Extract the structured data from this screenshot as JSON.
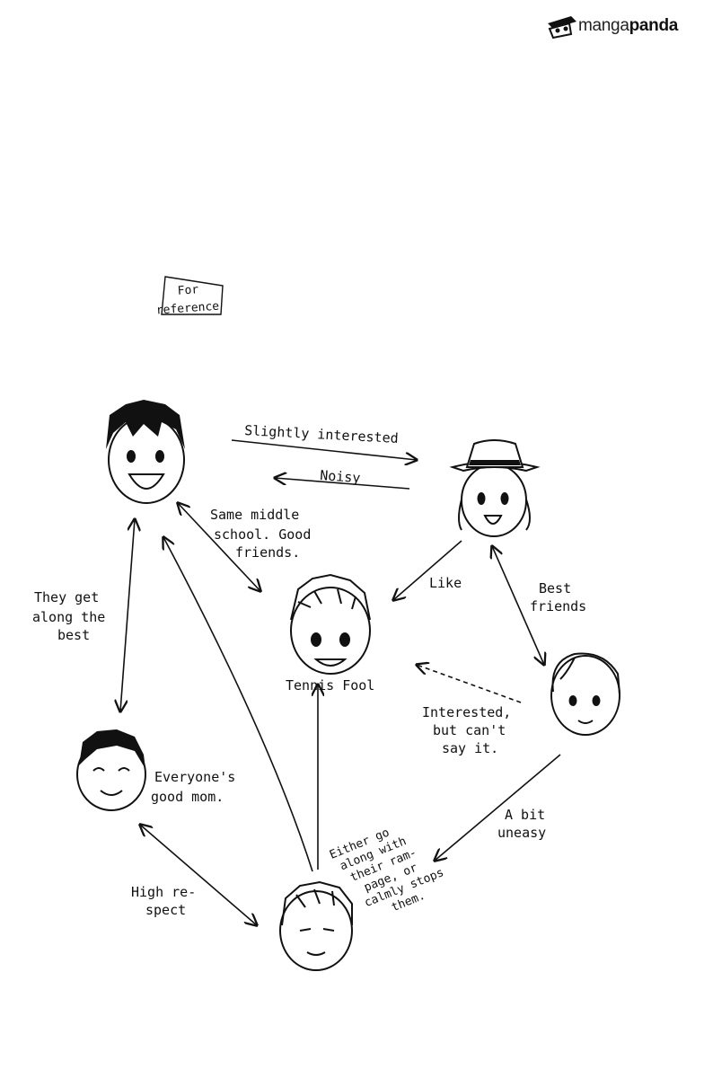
{
  "logo": {
    "part1": "manga",
    "part2": "panda"
  },
  "note": {
    "line1": "For",
    "line2": "reference"
  },
  "edges": {
    "slightly_interested": "Slightly interested",
    "noisy": "Noisy",
    "same_school": [
      "Same middle",
      "school. Good",
      "friends."
    ],
    "like": "Like",
    "best_friends": [
      "Best",
      "friends"
    ],
    "get_along": [
      "They get",
      "along the",
      "best"
    ],
    "interested": [
      "Interested,",
      "but can't",
      "say it."
    ],
    "a_bit_uneasy": [
      "A bit",
      "uneasy"
    ],
    "high_respect": [
      "High re-",
      "spect"
    ]
  },
  "labels": {
    "tennis_fool": "Tennis Fool",
    "good_mom": [
      "Everyone's",
      "good mom."
    ],
    "either": [
      "Either go",
      "along with",
      "their ram-",
      "page, or",
      "calmly stops",
      "them."
    ]
  },
  "colors": {
    "ink": "#111111",
    "paper": "#ffffff"
  }
}
